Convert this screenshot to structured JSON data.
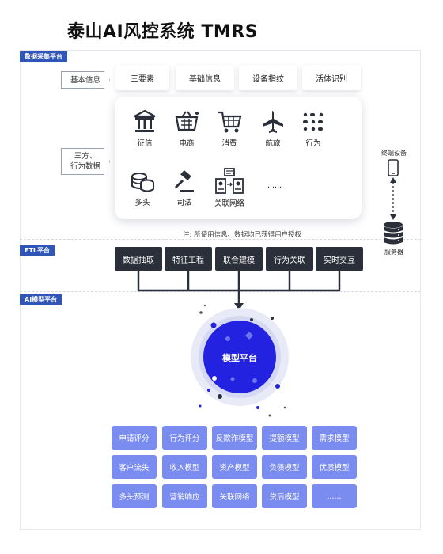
{
  "title": "泰山AI风控系统 TMRS",
  "sections": {
    "data_collection": "数据采集平台",
    "etl": "ETL平台",
    "ai_model": "AI模型平台"
  },
  "basic_info": {
    "label": "基本信息",
    "tags": [
      "三要素",
      "基础信息",
      "设备指纹",
      "活体识别"
    ]
  },
  "third_party": {
    "label_line1": "三方、",
    "label_line2": "行为数据",
    "items": [
      {
        "label": "征信",
        "icon": "bank-icon"
      },
      {
        "label": "电商",
        "icon": "shopping-basket-icon"
      },
      {
        "label": "消费",
        "icon": "shopping-cart-icon"
      },
      {
        "label": "航旅",
        "icon": "airplane-icon"
      },
      {
        "label": "行为",
        "icon": "dots-grid-icon"
      },
      {
        "label": "多头",
        "icon": "coins-icon"
      },
      {
        "label": "司法",
        "icon": "gavel-icon"
      },
      {
        "label": "关联网络",
        "icon": "network-icon"
      },
      {
        "label": "......",
        "icon": ""
      }
    ]
  },
  "note": "注: 所使用信息、数据均已获得用户授权",
  "terminal": "终端设备",
  "server": "服务器",
  "etl_boxes": [
    "数据抽取",
    "特征工程",
    "联合建模",
    "行为关联",
    "实时交互"
  ],
  "model_platform": "模型平台",
  "models": [
    "申请评分",
    "行为评分",
    "反欺诈模型",
    "提额模型",
    "需求模型",
    "客户流失",
    "收入模型",
    "资产模型",
    "负债模型",
    "优质模型",
    "多头预测",
    "营销响应",
    "关联网络",
    "贷后模型",
    "......"
  ],
  "colors": {
    "section_label": "#2f55b8",
    "etl_box": "#2b2f39",
    "model_tile": "#7b8cf0",
    "core_circle": "#2222e0"
  }
}
